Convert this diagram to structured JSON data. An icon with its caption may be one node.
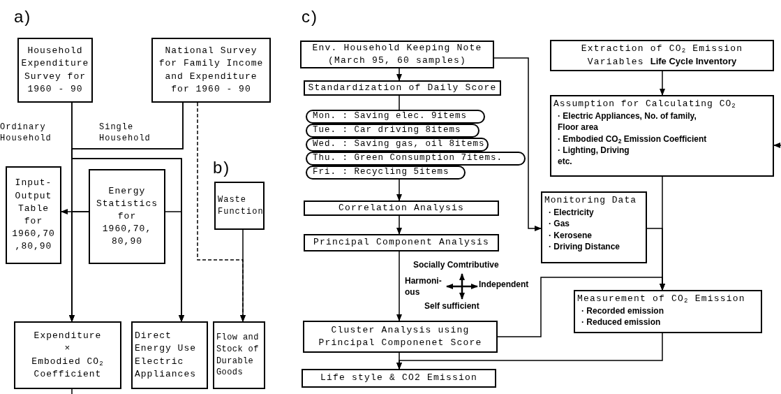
{
  "diagram": {
    "nodes": [
      {
        "text": [
          "Household Expenditure Survey for 1960 - 90"
        ]
      },
      {
        "text": [
          "National Survey for Family Income and Expenditure for 1960 - 90"
        ]
      },
      {
        "text": [
          "Input-Output Table for 1960,70 ,80,90"
        ]
      },
      {
        "text": [
          "Energy Statistics for 1960,70, 80,90"
        ]
      },
      {
        "text": [
          "Waste Function"
        ]
      },
      {
        "text": [
          "Expenditure",
          "×",
          "Embodied CO$_{2}$ Coefficient"
        ]
      },
      {
        "text": [
          "Direct Energy Use Electric Appliances"
        ]
      },
      {
        "text": [
          "Flow and Stock of Durable Goods"
        ]
      },
      {
        "text": [
          "Env. Household Keeping Note (March 95, 60 samples)"
        ]
      },
      {
        "text": [
          "Standardization of Daily Score"
        ]
      },
      {
        "text": [
          "Mon. : Saving elec. 9items"
        ]
      },
      {
        "text": [
          "Tue. : Car driving 8items"
        ]
      },
      {
        "text": [
          "Wed. : Saving gas, oil 8items"
        ]
      },
      {
        "text": [
          "Thu. : Green Consumption 7items."
        ]
      },
      {
        "text": [
          "Fri. : Recycling 5items"
        ]
      },
      {
        "text": [
          "Correlation Analysis"
        ]
      },
      {
        "text": [
          "Principal Component Analysis"
        ]
      },
      {
        "text": [
          "Cluster Analysis using Principal Componenet Score"
        ]
      },
      {
        "text": [
          "Life style & CO2 Emission"
        ]
      },
      {
        "text": [
          "Extraction of CO$_{2}$ Emission Variables **Life Cycle Inventory**"
        ]
      },
      {
        "text": [
          "Assumption for Calculating CO$_{2}$",
          "· Electric Appliances, No. of family, Floor area",
          "· Embodied CO$_{2}$ Emission Coefficient",
          "· Lighting, Driving",
          "etc."
        ]
      },
      {
        "text": [
          "Monitoring Data",
          "· Electricity",
          "· Gas",
          "· Kerosene",
          "· Driving Distance"
        ]
      },
      {
        "text": [
          "Measurement of CO$_{2}$ Emission",
          "· Recorded emission",
          "· Reduced emission"
        ]
      }
    ],
    "edges": [
      {
        "from": 0,
        "to": 5,
        "arrow": "to"
      },
      {
        "from": 1,
        "to": 5,
        "arrow": "to"
      },
      {
        "from": 1,
        "to": 7,
        "arrow": "to",
        "style": "dashed"
      },
      {
        "from": 0,
        "to": 6,
        "arrow": "to"
      },
      {
        "from": 1,
        "to": 6,
        "arrow": "to"
      },
      {
        "from": 3,
        "to": 2,
        "arrow": "to"
      },
      {
        "from": 3,
        "to": 5,
        "arrow": "to"
      },
      {
        "from": 3,
        "to": 6,
        "arrow": "to"
      },
      {
        "from": 4,
        "to": 7,
        "arrow": "to"
      },
      {
        "from": 5,
        "to": null,
        "arrow": "none"
      },
      {
        "from": 8,
        "to": 9,
        "arrow": "to"
      },
      {
        "from": 9,
        "to": 10,
        "arrow": "none"
      },
      {
        "from": 14,
        "to": 15,
        "arrow": "to"
      },
      {
        "from": 15,
        "to": 16,
        "arrow": "to"
      },
      {
        "from": 16,
        "to": 17,
        "arrow": "to"
      },
      {
        "from": 17,
        "to": 18,
        "arrow": "to"
      },
      {
        "from": 8,
        "to": 21,
        "arrow": "to"
      },
      {
        "from": 19,
        "to": 20,
        "arrow": "to"
      },
      {
        "from": 20,
        "to": 22,
        "arrow": "to"
      },
      {
        "from": 21,
        "to": 22,
        "arrow": "to"
      },
      {
        "from": 17,
        "to": 22,
        "arrow": "to"
      },
      {
        "from": 22,
        "to": 18,
        "arrow": "to"
      },
      {
        "from": null,
        "to": 20,
        "arrow": "to"
      }
    ],
    "labels": [
      "a)",
      "Ordinary Household",
      "Single Household",
      "b)",
      "c)",
      "Socially Comtributive",
      "Harmoni- ous",
      "Independent",
      "Self sufficient"
    ]
  }
}
